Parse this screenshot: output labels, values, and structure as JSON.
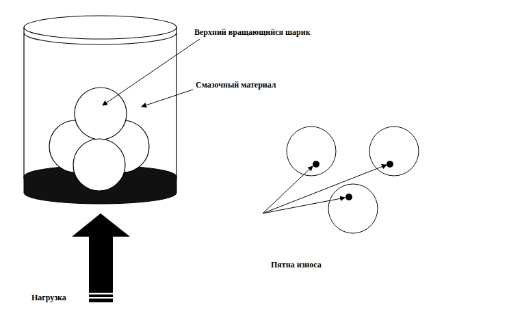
{
  "diagram": {
    "labels": [
      "Верхний вращающийся шарик",
      "Смазочный материал",
      "Пятна износа",
      "Нагрузка"
    ]
  }
}
